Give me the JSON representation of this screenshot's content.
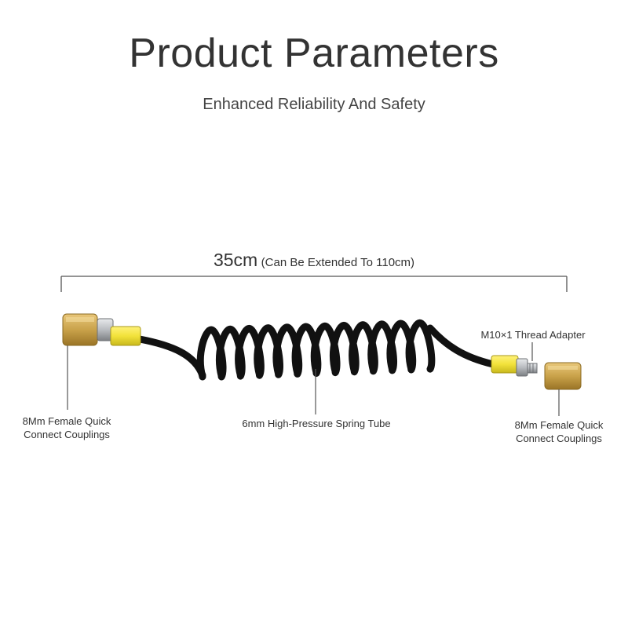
{
  "title": "Product Parameters",
  "subtitle": "Enhanced Reliability And Safety",
  "dimension": {
    "length": "35cm",
    "note": "(Can Be Extended To 110cm)"
  },
  "labels": {
    "left_coupling_line1": "8Mm Female Quick",
    "left_coupling_line2": "Connect Couplings",
    "spring_tube": "6mm High-Pressure Spring Tube",
    "thread_adapter": "M10×1 Thread Adapter",
    "right_coupling_line1": "8Mm Female Quick",
    "right_coupling_line2": "Connect Couplings"
  },
  "colors": {
    "brass": "#c9a24a",
    "steel": "#b9bcc0",
    "sleeve": "#f2e23a",
    "hose": "#111111",
    "line": "#555555"
  }
}
